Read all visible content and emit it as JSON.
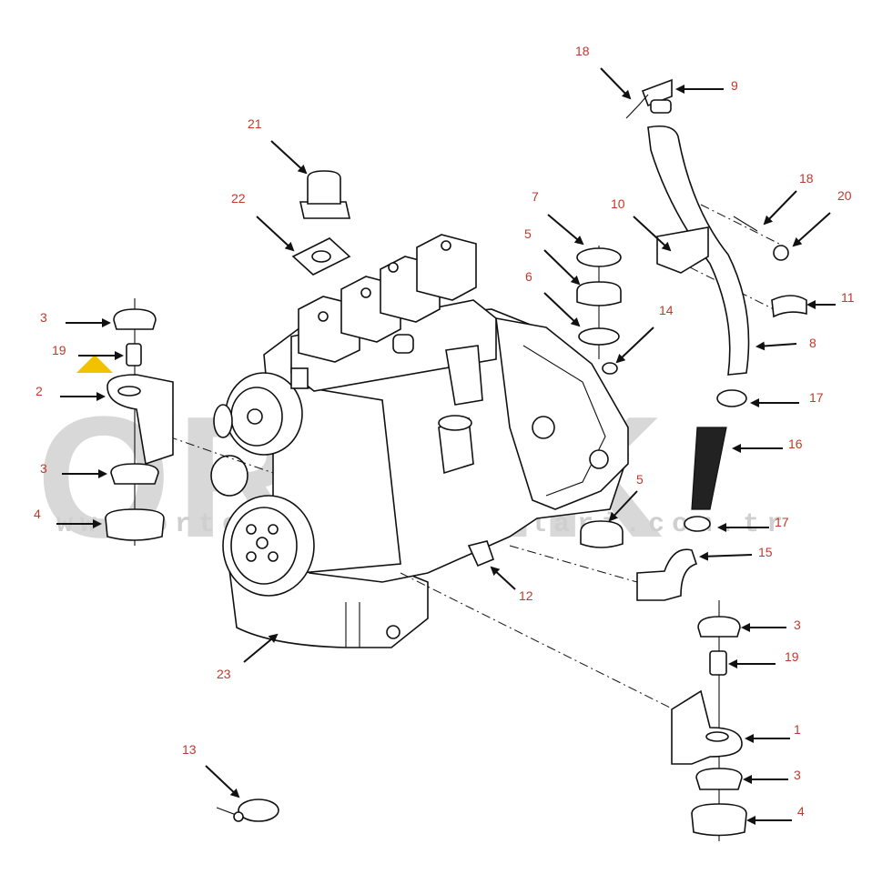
{
  "watermark": {
    "brand": "ORTEK",
    "url": "www.ortekiskeleparcalari.com.tr",
    "accent_color": "#f2c200"
  },
  "callouts": [
    {
      "id": "c18a",
      "label": "18"
    },
    {
      "id": "c9",
      "label": "9"
    },
    {
      "id": "c21",
      "label": "21"
    },
    {
      "id": "c18b",
      "label": "18"
    },
    {
      "id": "c20",
      "label": "20"
    },
    {
      "id": "c7",
      "label": "7"
    },
    {
      "id": "c10",
      "label": "10"
    },
    {
      "id": "c22",
      "label": "22"
    },
    {
      "id": "c5a",
      "label": "5"
    },
    {
      "id": "c11",
      "label": "11"
    },
    {
      "id": "c6",
      "label": "6"
    },
    {
      "id": "c3a",
      "label": "3"
    },
    {
      "id": "c14",
      "label": "14"
    },
    {
      "id": "c8",
      "label": "8"
    },
    {
      "id": "c19a",
      "label": "19"
    },
    {
      "id": "c2",
      "label": "2"
    },
    {
      "id": "c17a",
      "label": "17"
    },
    {
      "id": "c16",
      "label": "16"
    },
    {
      "id": "c3b",
      "label": "3"
    },
    {
      "id": "c5b",
      "label": "5"
    },
    {
      "id": "c4a",
      "label": "4"
    },
    {
      "id": "c17b",
      "label": "17"
    },
    {
      "id": "c15",
      "label": "15"
    },
    {
      "id": "c12",
      "label": "12"
    },
    {
      "id": "c3c",
      "label": "3"
    },
    {
      "id": "c19b",
      "label": "19"
    },
    {
      "id": "c23",
      "label": "23"
    },
    {
      "id": "c1",
      "label": "1"
    },
    {
      "id": "c13",
      "label": "13"
    },
    {
      "id": "c3d",
      "label": "3"
    },
    {
      "id": "c4b",
      "label": "4"
    }
  ]
}
